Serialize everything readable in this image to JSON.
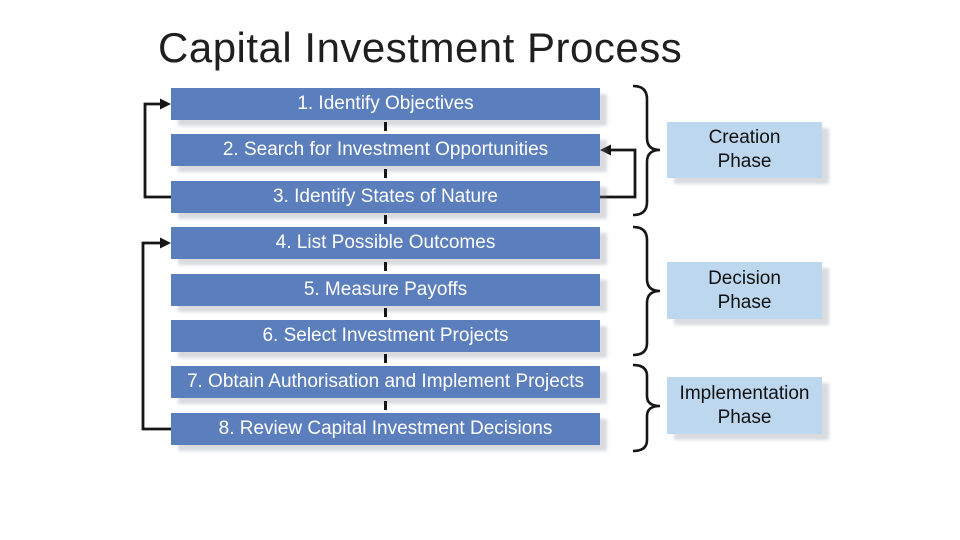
{
  "title": "Capital Investment Process",
  "steps": [
    {
      "label": "1. Identify Objectives"
    },
    {
      "label": "2. Search for Investment Opportunities"
    },
    {
      "label": "3. Identify States of Nature"
    },
    {
      "label": "4. List Possible Outcomes"
    },
    {
      "label": "5. Measure Payoffs"
    },
    {
      "label": "6. Select Investment Projects"
    },
    {
      "label": "7. Obtain Authorisation and Implement Projects"
    },
    {
      "label": "8. Review Capital Investment Decisions"
    }
  ],
  "phases": [
    {
      "lines": [
        "Creation",
        "Phase"
      ]
    },
    {
      "lines": [
        "Decision",
        "Phase"
      ]
    },
    {
      "lines": [
        "Implementation",
        "Phase"
      ]
    }
  ],
  "colors": {
    "step_fill": "#5b7ebc",
    "step_text": "#ffffff",
    "phase_fill": "#bdd7ee",
    "phase_text": "#111111",
    "line": "#161616",
    "title_text": "#1f1f1f"
  }
}
